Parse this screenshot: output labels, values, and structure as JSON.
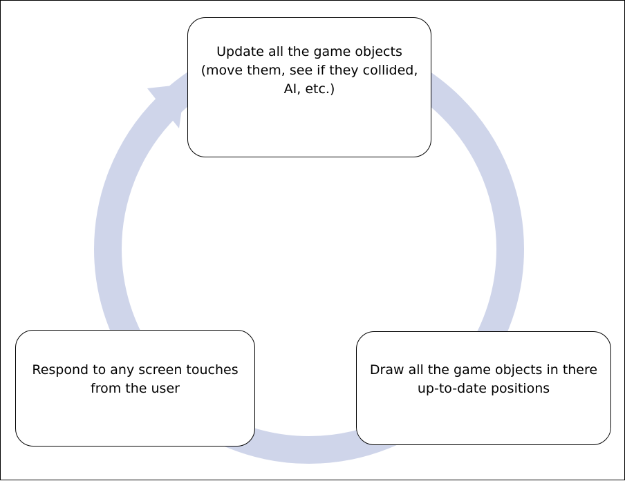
{
  "diagram": {
    "arrow_color": "#cfd5ea",
    "steps": [
      {
        "id": "update",
        "text": "Update all the game objects\n(move them, see if they collided,\nAI, etc.)"
      },
      {
        "id": "draw",
        "text": "Draw all the game objects in there\nup-to-date positions"
      },
      {
        "id": "respond",
        "text": "Respond to any screen touches\nfrom the user"
      }
    ]
  }
}
